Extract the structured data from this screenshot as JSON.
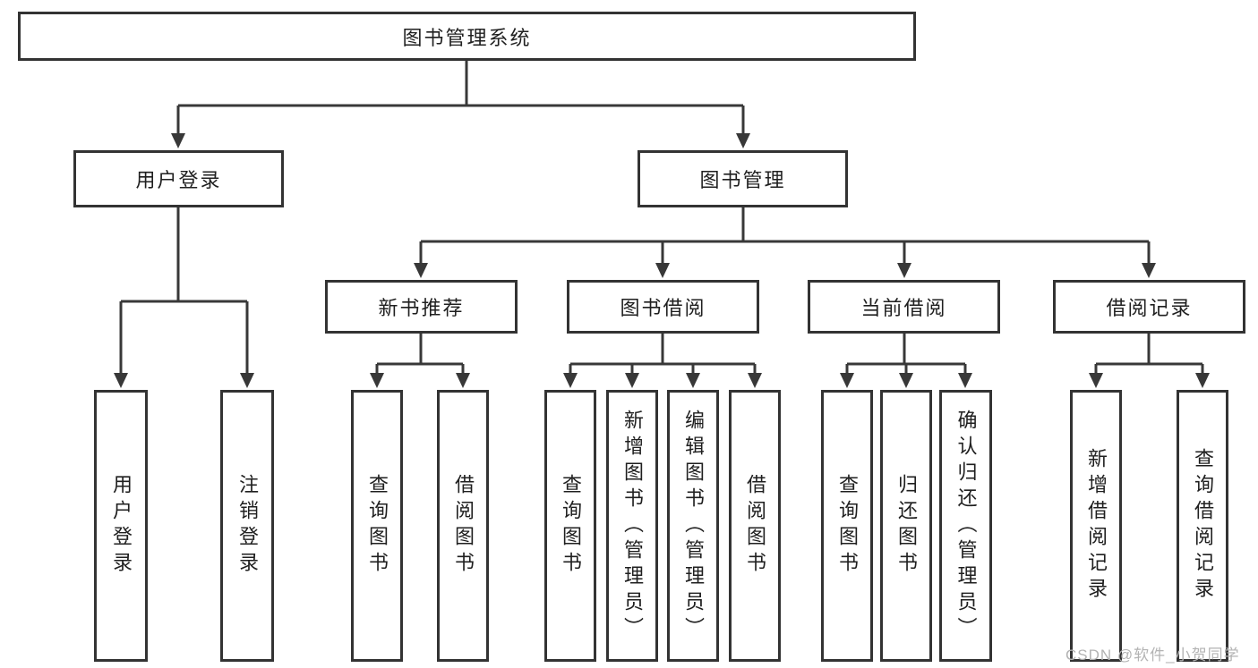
{
  "watermark": "CSDN @软件_小贺同学",
  "colors": {
    "line": "#383838",
    "box_border": "#333333",
    "text": "#1f1f1f",
    "watermark": "#b3b3b3",
    "background": "#ffffff"
  },
  "tree": {
    "root": "图书管理系统",
    "branches": [
      {
        "label": "用户登录",
        "children": [
          "用户登录",
          "注销登录"
        ]
      },
      {
        "label": "图书管理",
        "sections": [
          {
            "label": "新书推荐",
            "children": [
              "查询图书",
              "借阅图书"
            ]
          },
          {
            "label": "图书借阅",
            "children": [
              "查询图书",
              "新增图书（管理员）",
              "编辑图书（管理员）",
              "借阅图书"
            ]
          },
          {
            "label": "当前借阅",
            "children": [
              "查询图书",
              "归还图书",
              "确认归还（管理员）"
            ]
          },
          {
            "label": "借阅记录",
            "children": [
              "新增借阅记录",
              "查询借阅记录"
            ]
          }
        ]
      }
    ]
  }
}
